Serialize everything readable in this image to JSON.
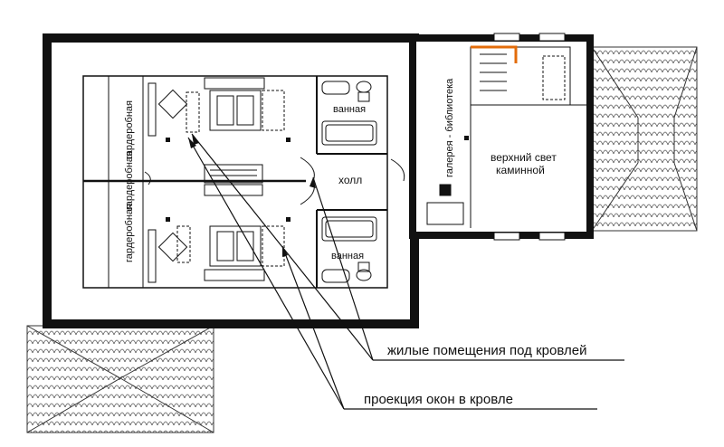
{
  "rooms": {
    "bathroom_top": "ванная",
    "bathroom_bottom": "ванная",
    "hall": "холл",
    "gallery": "галерея - библиотека",
    "skylight_line1": "верхний свет",
    "skylight_line2": "каминной",
    "wardrobe_1": "гардеробная",
    "wardrobe_2": "гардеробная",
    "wardrobe_3": "гардеробная"
  },
  "callouts": {
    "living_rooms": "жилые помещения под кровлей",
    "window_projection": "проекция окон в кровле"
  },
  "colors": {
    "wall": "#111111",
    "stair_accent": "#e36c0a",
    "roof_hatch": "#555555"
  }
}
